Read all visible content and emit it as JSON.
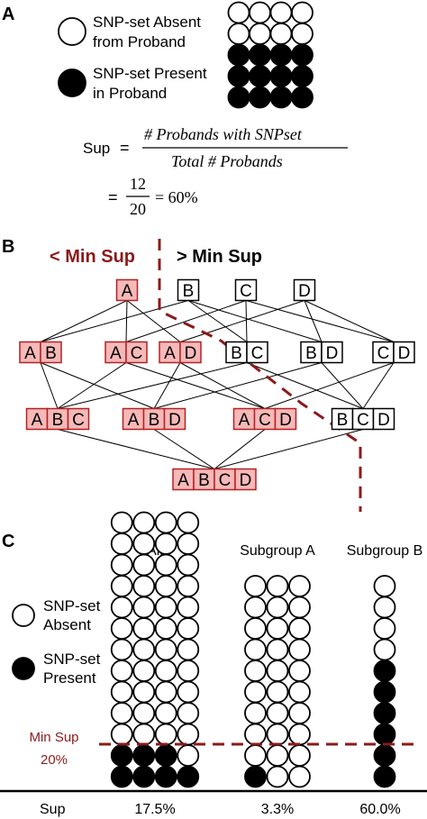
{
  "colors": {
    "filled": "#000000",
    "empty": "#ffffff",
    "highlight_fill": "#f7b8b8",
    "highlight_stroke": "#b22222",
    "threshold_line": "#8b1a1a",
    "threshold_text": "#8b1a1a"
  },
  "panel_a": {
    "label": "A",
    "legend_absent_line1": "SNP-set Absent",
    "legend_absent_line2": "from Proband",
    "legend_present_line1": "SNP-set Present",
    "legend_present_line2": "in Proband",
    "grid_rows": [
      [
        0,
        0,
        0,
        0
      ],
      [
        0,
        0,
        0,
        0
      ],
      [
        1,
        1,
        1,
        1
      ],
      [
        1,
        1,
        1,
        1
      ],
      [
        1,
        1,
        1,
        1
      ]
    ],
    "formula_sup": "Sup",
    "formula_eq1": "=",
    "formula_numerator": "# Probands with SNPset",
    "formula_denominator": "Total # Probands",
    "formula_eq2": "=",
    "formula_frac_num": "12",
    "formula_frac_den": "20",
    "formula_result": "= 60%"
  },
  "panel_b": {
    "label": "B",
    "less_label": "< Min Sup",
    "greater_label": "> Min Sup",
    "levels": [
      [
        {
          "letters": [
            "A"
          ],
          "below": true
        },
        {
          "letters": [
            "B"
          ],
          "below": false
        },
        {
          "letters": [
            "C"
          ],
          "below": false
        },
        {
          "letters": [
            "D"
          ],
          "below": false
        }
      ],
      [
        {
          "letters": [
            "A",
            "B"
          ],
          "below": true
        },
        {
          "letters": [
            "A",
            "C"
          ],
          "below": true
        },
        {
          "letters": [
            "A",
            "D"
          ],
          "below": true
        },
        {
          "letters": [
            "B",
            "C"
          ],
          "below": false
        },
        {
          "letters": [
            "B",
            "D"
          ],
          "below": false
        },
        {
          "letters": [
            "C",
            "D"
          ],
          "below": false
        }
      ],
      [
        {
          "letters": [
            "A",
            "B",
            "C"
          ],
          "below": true
        },
        {
          "letters": [
            "A",
            "B",
            "D"
          ],
          "below": true
        },
        {
          "letters": [
            "A",
            "C",
            "D"
          ],
          "below": true
        },
        {
          "letters": [
            "B",
            "C",
            "D"
          ],
          "below": false
        }
      ],
      [
        {
          "letters": [
            "A",
            "B",
            "C",
            "D"
          ],
          "below": true
        }
      ]
    ]
  },
  "panel_c": {
    "label": "C",
    "legend_absent_line1": "SNP-set",
    "legend_absent_line2": "Absent",
    "legend_present_line1": "SNP-set",
    "legend_present_line2": "Present",
    "min_sup_line1": "Min Sup",
    "min_sup_line2": "20%",
    "min_sup_value": 0.2,
    "sup_label": "Sup",
    "groups": [
      {
        "title": "All",
        "cols": 4,
        "rows": 13,
        "present": 7,
        "sup": "17.5%"
      },
      {
        "title": "Subgroup A",
        "cols": 3,
        "rows": 10,
        "present": 1,
        "sup": "3.3%"
      },
      {
        "title": "Subgroup B",
        "cols": 1,
        "rows": 10,
        "present": 6,
        "sup": "60.0%"
      }
    ]
  }
}
